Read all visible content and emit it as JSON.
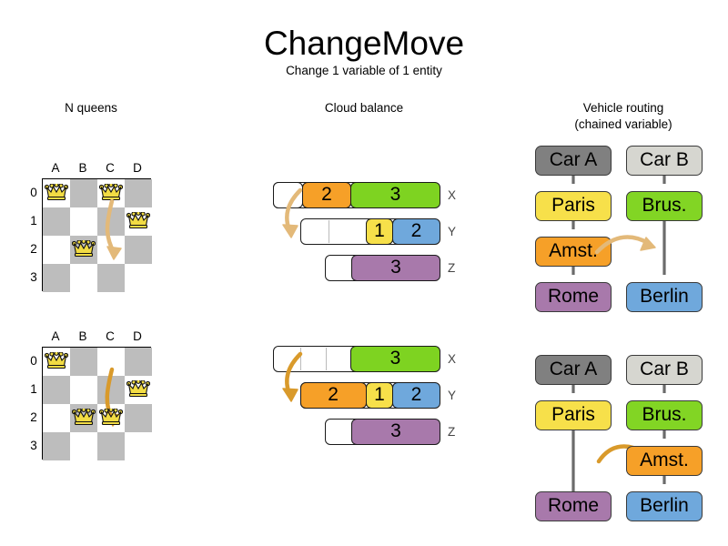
{
  "header": {
    "title": "ChangeMove",
    "subtitle": "Change 1 variable of 1 entity"
  },
  "columns": [
    {
      "id": "n-queens",
      "heading": "N queens"
    },
    {
      "id": "cloud-balance",
      "heading": "Cloud balance"
    },
    {
      "id": "vehicle-routing",
      "heading_line1": "Vehicle routing",
      "heading_line2": "(chained variable)"
    }
  ],
  "colors": {
    "orange": "#f6a028",
    "green": "#7ed321",
    "green_alt": "#82d524",
    "yellow": "#f7e04a",
    "blue": "#6fa8dc",
    "purple": "#a879ab",
    "car_a_gray": "#808080",
    "car_b_gray": "#d6d6d0",
    "board_dark": "#bdbdbd",
    "board_light": "#ffffff",
    "arrow": "#e3b979",
    "arrow_dark": "#d99a2b",
    "queen_gold": "#f2dc44",
    "edge": "#6b6b6b"
  },
  "n_queens": {
    "files": [
      "A",
      "B",
      "C",
      "D"
    ],
    "ranks": [
      "0",
      "1",
      "2",
      "3"
    ],
    "before": {
      "queens": [
        {
          "file": "A",
          "rank": "0"
        },
        {
          "file": "C",
          "rank": "0"
        },
        {
          "file": "D",
          "rank": "1"
        },
        {
          "file": "B",
          "rank": "2"
        }
      ],
      "move_arrow": {
        "from": "C0",
        "to": "C2"
      }
    },
    "after": {
      "queens": [
        {
          "file": "A",
          "rank": "0"
        },
        {
          "file": "D",
          "rank": "1"
        },
        {
          "file": "B",
          "rank": "2"
        },
        {
          "file": "C",
          "rank": "2"
        }
      ],
      "move_arrow": {
        "from": "C0",
        "to": "C2"
      }
    }
  },
  "cloud_balance": {
    "before": {
      "computers": [
        {
          "label": "X",
          "segments": [
            {
              "value": "",
              "color": "#ffffff",
              "width": 32,
              "empty": true,
              "dividers": []
            },
            {
              "value": "2",
              "color": "#f6a028",
              "width": 53
            },
            {
              "value": "3",
              "color": "#7ed321",
              "width": 97
            }
          ]
        },
        {
          "label": "Y",
          "segments": [
            {
              "value": "",
              "color": "#ffffff",
              "width": 75,
              "empty": true,
              "dividers": [
                30
              ]
            },
            {
              "value": "1",
              "color": "#f7e04a",
              "width": 29
            },
            {
              "value": "2",
              "color": "#6fa8dc",
              "width": 51
            }
          ]
        },
        {
          "label": "Z",
          "segments": [
            {
              "value": "",
              "color": "#ffffff",
              "width": 29,
              "empty": true,
              "dividers": []
            },
            {
              "value": "3",
              "color": "#a879ab",
              "width": 97
            }
          ]
        }
      ],
      "move_arrow": {
        "from": "X",
        "to": "Y"
      }
    },
    "after": {
      "computers": [
        {
          "label": "X",
          "segments": [
            {
              "value": "",
              "color": "#ffffff",
              "width": 85,
              "empty": true,
              "dividers": [
                29,
                56
              ]
            },
            {
              "value": "3",
              "color": "#7ed321",
              "width": 97
            }
          ]
        },
        {
          "label": "Y",
          "segments": [
            {
              "value": "2",
              "color": "#f6a028",
              "width": 72
            },
            {
              "value": "1",
              "color": "#f7e04a",
              "width": 29
            },
            {
              "value": "2",
              "color": "#6fa8dc",
              "width": 53
            }
          ]
        },
        {
          "label": "Z",
          "segments": [
            {
              "value": "",
              "color": "#ffffff",
              "width": 29,
              "empty": true,
              "dividers": []
            },
            {
              "value": "3",
              "color": "#a879ab",
              "width": 97
            }
          ]
        }
      ],
      "move_arrow": {
        "from": "X",
        "to": "Y"
      }
    }
  },
  "vehicle_routing": {
    "before": {
      "chain_a": [
        "Car A",
        "Paris",
        "Amst.",
        "Rome"
      ],
      "chain_b": [
        "Car B",
        "Brus.",
        "Berlin"
      ],
      "nodes": {
        "car_a": "Car A",
        "car_b": "Car B",
        "paris": "Paris",
        "brus": "Brus.",
        "amst": "Amst.",
        "rome": "Rome",
        "berlin": "Berlin"
      },
      "move_arrow": {
        "from": "Amst.",
        "to": "Brus. chain"
      }
    },
    "after": {
      "chain_a": [
        "Car A",
        "Paris",
        "Rome"
      ],
      "chain_b": [
        "Car B",
        "Brus.",
        "Amst.",
        "Berlin"
      ],
      "nodes": {
        "car_a": "Car A",
        "car_b": "Car B",
        "paris": "Paris",
        "brus": "Brus.",
        "amst": "Amst.",
        "rome": "Rome",
        "berlin": "Berlin"
      },
      "move_arrow": {
        "from": "left chain",
        "to": "Amst."
      }
    }
  }
}
